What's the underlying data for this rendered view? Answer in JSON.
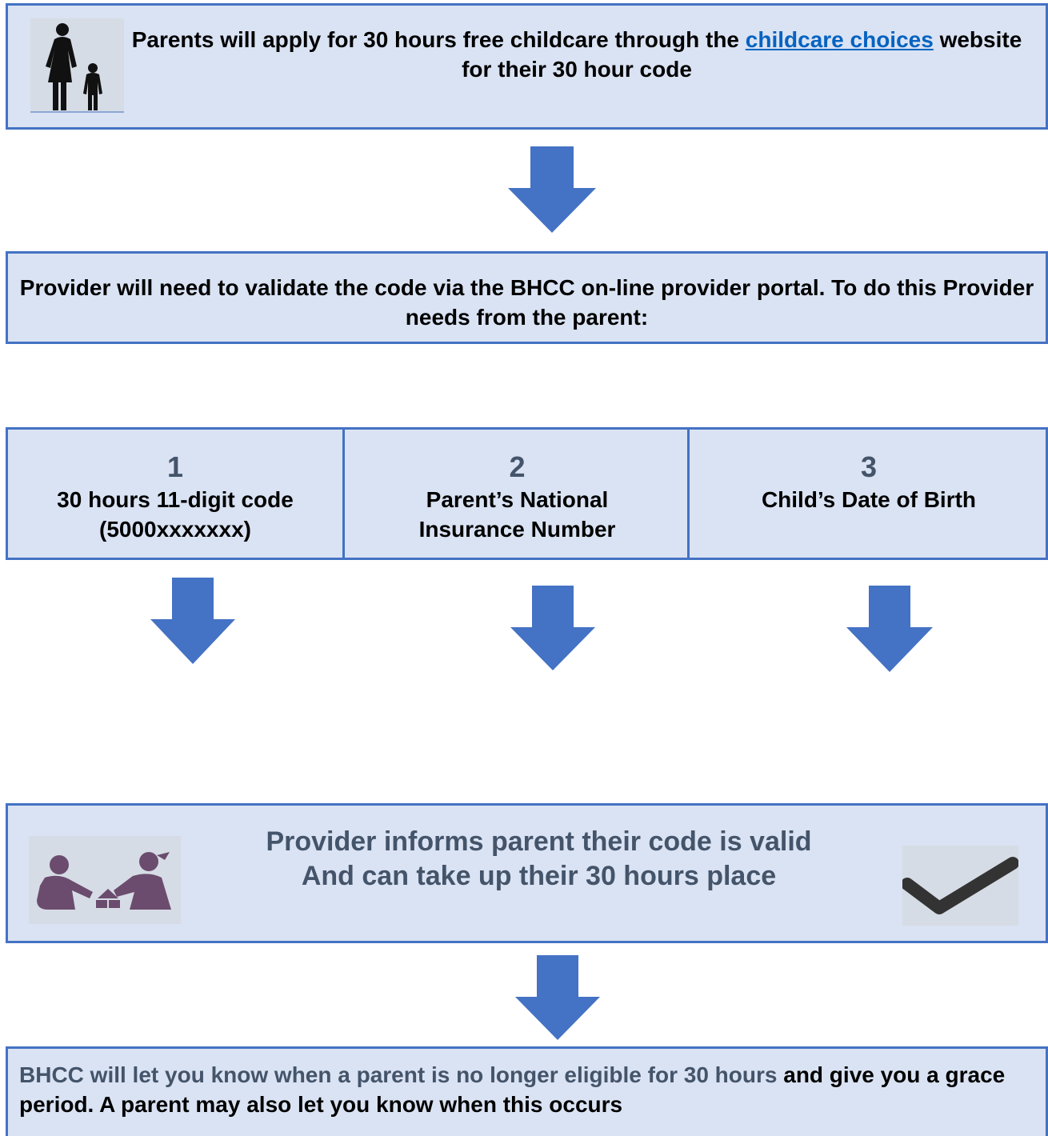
{
  "step1": {
    "text_before": "Parents will apply for 30 hours free childcare through the ",
    "link_text": "childcare choices",
    "text_after": " website for their 30 hour code",
    "icon": "parent-and-child-icon"
  },
  "step2": {
    "text": "Provider will need to validate the code via the BHCC on-line provider portal.  To do this Provider needs from the parent:"
  },
  "requirements": [
    {
      "number": "1",
      "line1": "30 hours 11-digit code",
      "line2": "(5000xxxxxxx)"
    },
    {
      "number": "2",
      "line1": "Parent’s National",
      "line2": "Insurance Number"
    },
    {
      "number": "3",
      "line1": "Child’s Date of Birth",
      "line2": ""
    }
  ],
  "step4": {
    "line1": "Provider informs parent their code is valid",
    "line2": "And can take up their 30 hours place",
    "icon_left": "adult-child-playing-blocks-icon",
    "icon_right": "checkmark-icon"
  },
  "step5": {
    "highlight": "BHCC will let you know when a parent is no longer eligible for 30 hours",
    "rest": " and give you a grace period.  A parent may also let you know when this occurs"
  },
  "colors": {
    "box_fill": "#dae3f3",
    "box_border": "#4472c4",
    "arrow": "#4472c4",
    "link": "#0563c1",
    "muted_text": "#44546a"
  }
}
